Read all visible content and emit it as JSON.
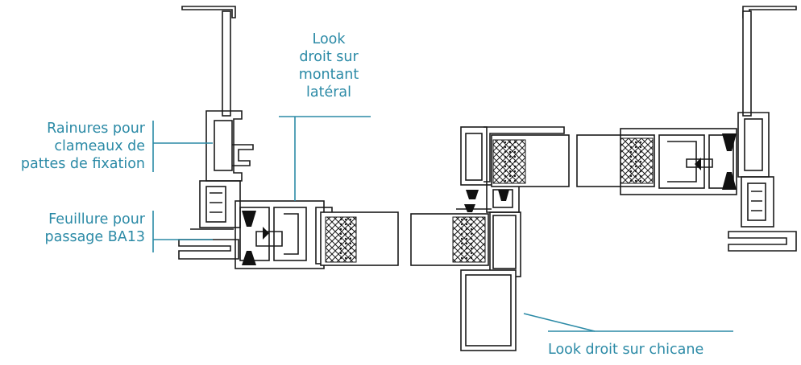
{
  "labels": {
    "look_montant": [
      "Look",
      "droit sur",
      "montant",
      "latéral"
    ],
    "rainures": [
      "Rainures pour",
      "clameaux de",
      "pattes de fixation"
    ],
    "feuillure": [
      "Feuillure pour",
      "passage BA13"
    ],
    "look_chicane": "Look droit sur chicane"
  },
  "colors": {
    "accent": "#2b8aa6",
    "line": "#1a1a1a",
    "gasket": "#111111"
  }
}
